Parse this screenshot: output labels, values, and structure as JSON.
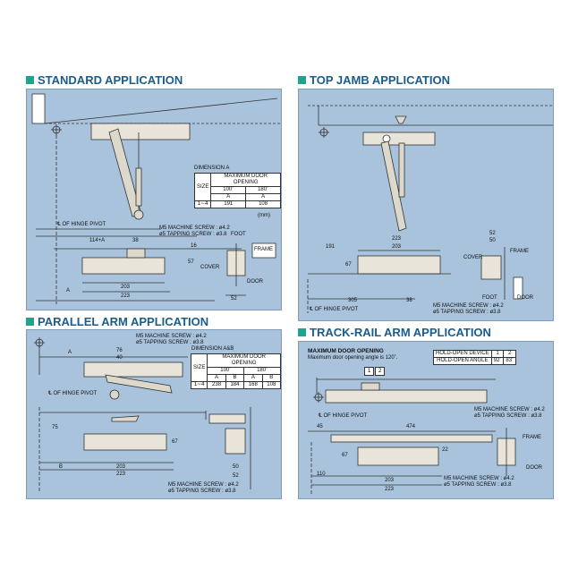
{
  "sections": {
    "standard": "STANDARD APPLICATION",
    "top_jamb": "TOP JAMB APPLICATION",
    "parallel": "PARALLEL ARM APPLICATION",
    "track_rail": "TRACK-RAIL ARM APPLICATION"
  },
  "standard": {
    "dim_title": "DIMENSION A",
    "table": {
      "size_label": "SIZE",
      "max_label": "MAXIMUM DOOR OPENING",
      "angles": [
        "100˚",
        "180˚"
      ],
      "letter": [
        "A",
        "A"
      ],
      "row_size": "1∼4",
      "values": [
        "191",
        "108"
      ],
      "unit": "(mm)"
    },
    "hinge_pivot": "℄ OF HINGE PIVOT",
    "dim_114a": "114+A",
    "dim_38": "38",
    "dim_16": "16",
    "dim_57": "57",
    "dim_203": "203",
    "dim_223": "223",
    "dim_52": "52",
    "letter_a": "A",
    "screw1": "M5 MACHINE SCREW : ø4.2",
    "screw2": "ø5 TAPPING SCREW : ø3.8",
    "foot": "FOOT",
    "frame": "FRAME",
    "cover": "COVER",
    "door": "DOOR"
  },
  "top_jamb": {
    "dim_223": "223",
    "dim_203": "203",
    "dim_191": "191",
    "dim_67": "67",
    "dim_305": "305",
    "dim_38": "38",
    "dim_52": "52",
    "dim_50": "50",
    "hinge_pivot": "℄ OF HINGE PIVOT",
    "screw1": "M5 MACHINE SCREW : ø4.2",
    "screw2": "ø5 TAPPING SCREW : ø3.8",
    "cover": "COVER",
    "frame": "FRAME",
    "foot": "FOOT",
    "door": "DOOR"
  },
  "parallel": {
    "screw1": "M5 MACHINE SCREW : ø4.2",
    "screw2": "ø5 TAPPING SCREW : ø3.8",
    "dim_76": "76",
    "dim_40": "40",
    "letter_a": "A",
    "letter_b": "B",
    "dim_75": "75",
    "dim_67": "67",
    "dim_203": "203",
    "dim_223": "223",
    "dim_50": "50",
    "dim_52": "52",
    "hinge_pivot": "℄ OF HINGE PIVOT",
    "dim_title": "DIMENSION A&B",
    "table": {
      "size_label": "SIZE",
      "max_label": "MAXIMUM DOOR OPENING",
      "angles": [
        "100˚",
        "180˚"
      ],
      "letters": [
        "A",
        "B",
        "A",
        "B"
      ],
      "row_size": "1∼4",
      "values": [
        "238",
        "184",
        "168",
        "108"
      ]
    },
    "screw1b": "M5 MACHINE SCREW : ø4.2",
    "screw2b": "ø5 TAPPING SCREW : ø3.8"
  },
  "track_rail": {
    "max_title": "MAXIMUM DOOR OPENING",
    "max_text": "Maximum door opening angle is 120˚.",
    "hold_device": "HOLD-OPEN DEVICE",
    "hold_angle": "HOLD-OPEN ANGLE",
    "dev1": "1",
    "dev2": "2",
    "angle1": "92˚",
    "angle2": "83˚",
    "callout1": "1",
    "callout2": "2",
    "hinge_pivot": "℄ OF HINGE PIVOT",
    "screw1": "M5 MACHINE SCREW : ø4.2",
    "screw2": "ø5 TAPPING SCREW : ø3.8",
    "dim_45": "45",
    "dim_474": "474",
    "dim_22": "22",
    "dim_67": "67",
    "dim_110": "110",
    "dim_203": "203",
    "dim_223": "223",
    "frame": "FRAME",
    "door": "DOOR",
    "screw1b": "M5 MACHINE SCREW : ø4.2",
    "screw2b": "ø5 TAPPING SCREW : ø3.8"
  }
}
